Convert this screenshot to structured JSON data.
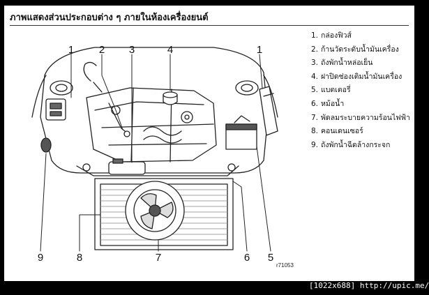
{
  "title": "ภาพแสดงส่วนประกอบต่าง ๆ ภายในห้องเครื่องยนต์",
  "legend": [
    {
      "num": "1.",
      "label": "กล่องฟิวส์"
    },
    {
      "num": "2.",
      "label": "ก้านวัดระดับน้ำมันเครื่อง"
    },
    {
      "num": "3.",
      "label": "ถังพักน้ำหล่อเย็น"
    },
    {
      "num": "4.",
      "label": "ฝาปิดช่องเติมน้ำมันเครื่อง"
    },
    {
      "num": "5.",
      "label": "แบตเตอรี่"
    },
    {
      "num": "6.",
      "label": "หม้อน้ำ"
    },
    {
      "num": "7.",
      "label": "พัดลมระบายความร้อนไฟฟ้า"
    },
    {
      "num": "8.",
      "label": "คอนเดนเซอร์"
    },
    {
      "num": "9.",
      "label": "ถังพักน้ำฉีดล้างกระจก"
    }
  ],
  "callouts": {
    "c1a": "1",
    "c2": "2",
    "c3": "3",
    "c4": "4",
    "c1b": "1",
    "c9": "9",
    "c8": "8",
    "c7": "7",
    "c6": "6",
    "c5": "5"
  },
  "figure_id": "r71053",
  "footer": "[1022x688] http://upic.me/"
}
